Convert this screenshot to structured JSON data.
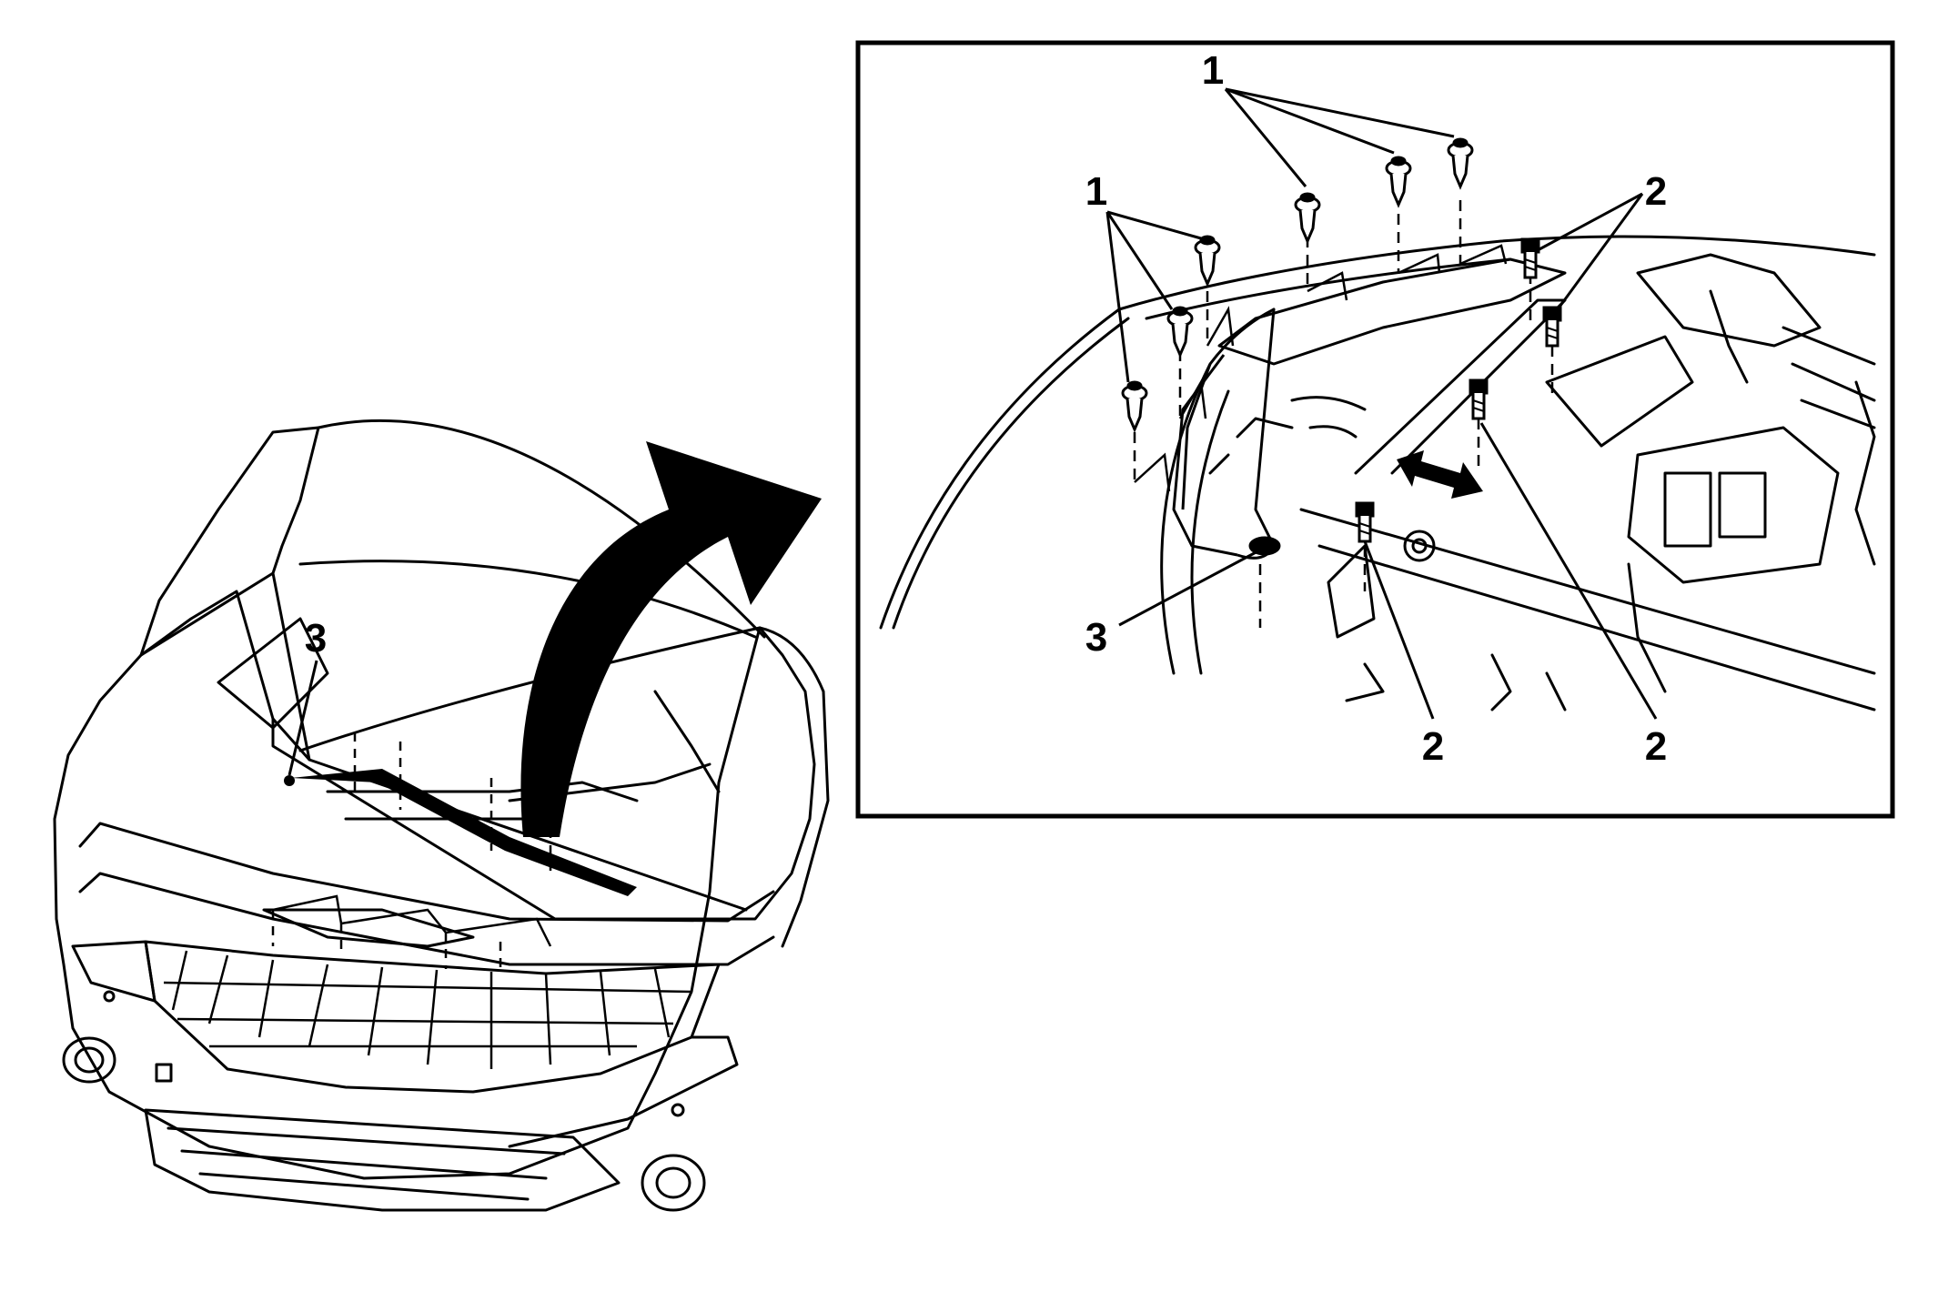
{
  "callouts": {
    "vehicle_part": "3",
    "detail_clips": "1",
    "detail_clips_left": "1",
    "detail_bolts_upper": "2",
    "detail_part": "3",
    "detail_bolt_lower_left": "2",
    "detail_bolt_lower_right": "2"
  },
  "colors": {
    "ink": "#000000",
    "paper": "#ffffff"
  },
  "icons": [
    "curved-arrow-icon",
    "double-arrow-icon",
    "push-pin-clip-icon",
    "bolt-icon"
  ]
}
